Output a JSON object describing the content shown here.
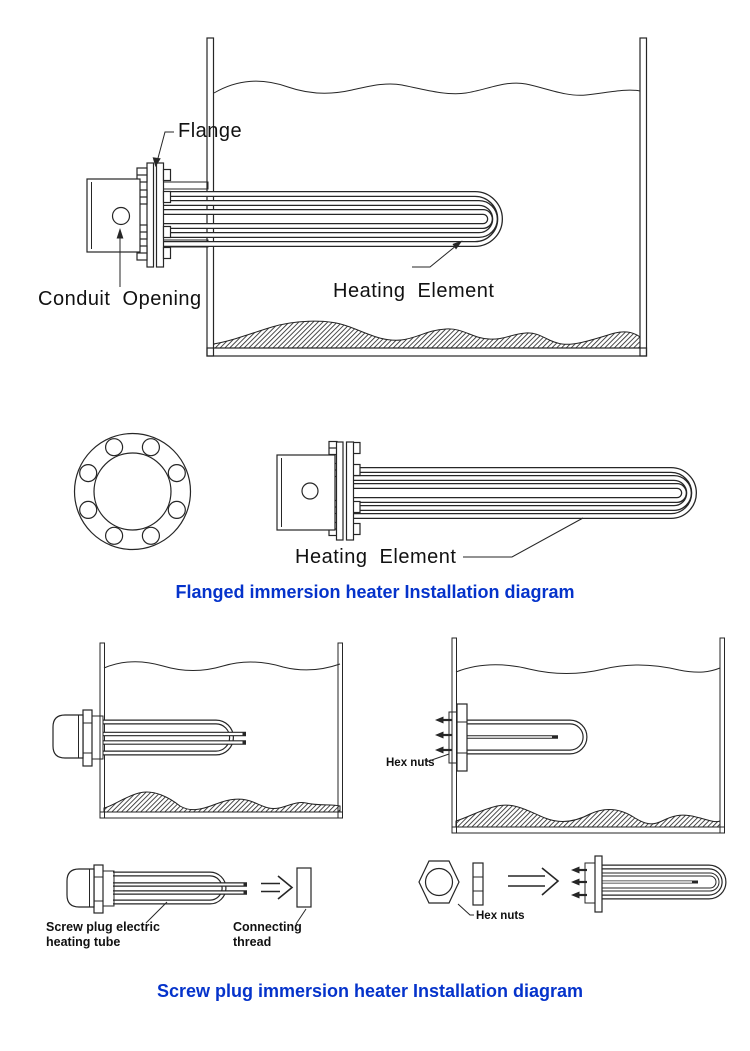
{
  "colors": {
    "line": "#262626",
    "caption": "#0533CB",
    "background": "#FFFFFF"
  },
  "figure1": {
    "labels": {
      "flange": "Flange",
      "conduit_opening": "Conduit  Opening",
      "heating_element": "Heating  Element"
    }
  },
  "figure2": {
    "labels": {
      "heating_element": "Heating  Element"
    },
    "caption": "Flanged immersion heater Installation diagram"
  },
  "figure3": {
    "labels": {
      "hex_nuts_tank": "Hex nuts",
      "screw_plug_line1": "Screw plug electric",
      "screw_plug_line2": "heating tube",
      "connecting_line1": "Connecting",
      "connecting_line2": "thread",
      "hex_nuts_detail": "Hex nuts"
    },
    "caption": "Screw plug immersion heater Installation diagram"
  }
}
